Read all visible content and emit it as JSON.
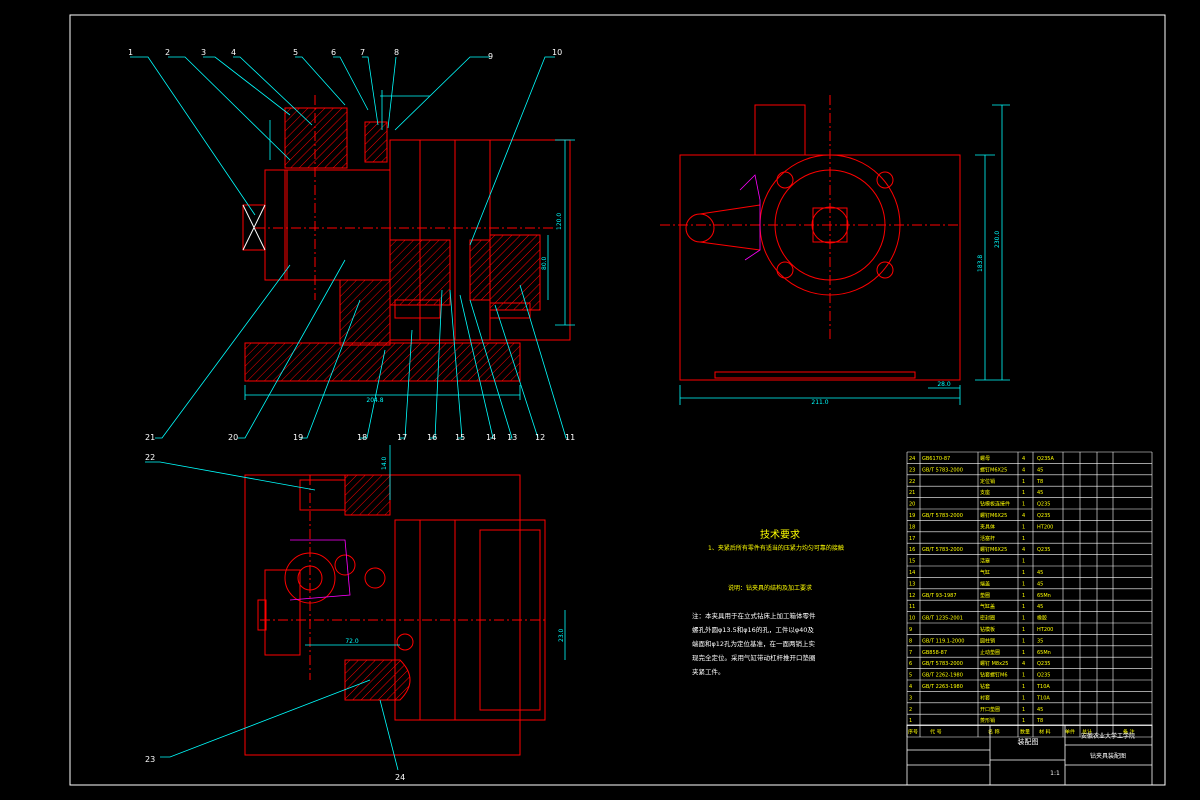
{
  "colors": {
    "background": "#000000",
    "frame": "#ffffff",
    "part": "#ff0000",
    "leader": "#00ffff",
    "dimension": "#00ffff",
    "hatch": "#ff0000",
    "magenta": "#ff00ff",
    "text_yellow": "#ffff00",
    "text_white": "#ffffff"
  },
  "callouts_top": [
    "1",
    "2",
    "3",
    "4",
    "5",
    "6",
    "7",
    "8",
    "9",
    "10"
  ],
  "callouts_bottom": [
    "21",
    "20",
    "19",
    "18",
    "17",
    "16",
    "15",
    "14",
    "13",
    "12",
    "11"
  ],
  "callouts_plan": [
    "22",
    "23",
    "24"
  ],
  "dims": {
    "side_width": "204.8",
    "side_height": "120.0",
    "side_h2": "80.0",
    "plan_height": "183.8",
    "plan_h2": "230.0",
    "plan_width": "211.0",
    "plan_offset": "28.0",
    "bottom_h": "14.0",
    "bottom_w": "72.0",
    "bottom_v": "23.0"
  },
  "notes": {
    "tech_title": "技术要求",
    "tech_item": "1、夹紧后所有零件有适当的压紧力均匀可靠的接触",
    "tech_sub": "说明：钻夹具的结构及加工要求",
    "note_body_1": "注：本夹具用于在立式钻床上加工箱体零件",
    "note_body_2": "螺孔外圆φ13.5和φ16的孔，工件以φ40及",
    "note_body_3": "端面和φ12孔为定位基准，在一面两销上实",
    "note_body_4": "现完全定位。采用气缸带动杠杆推开口垫圈",
    "note_body_5": "夹紧工件。"
  },
  "bom": {
    "rows": [
      {
        "no": "24",
        "code": "GB6170-87",
        "name": "螺母",
        "qty": "4",
        "mat": "Q235A"
      },
      {
        "no": "23",
        "code": "GB/T 5783-2000",
        "name": "螺钉M6X25",
        "qty": "4",
        "mat": "45"
      },
      {
        "no": "22",
        "code": "",
        "name": "定位销",
        "qty": "1",
        "mat": "T8"
      },
      {
        "no": "21",
        "code": "",
        "name": "支座",
        "qty": "1",
        "mat": "45"
      },
      {
        "no": "20",
        "code": "",
        "name": "钻模板连接件",
        "qty": "1",
        "mat": "Q235"
      },
      {
        "no": "19",
        "code": "GB/T 5783-2000",
        "name": "螺钉M6X25",
        "qty": "4",
        "mat": "Q235"
      },
      {
        "no": "18",
        "code": "",
        "name": "夹具体",
        "qty": "1",
        "mat": "HT200"
      },
      {
        "no": "17",
        "code": "",
        "name": "活塞杆",
        "qty": "1",
        "mat": ""
      },
      {
        "no": "16",
        "code": "GB/T 5783-2000",
        "name": "螺钉M6X25",
        "qty": "4",
        "mat": "Q235"
      },
      {
        "no": "15",
        "code": "",
        "name": "活塞",
        "qty": "1",
        "mat": ""
      },
      {
        "no": "14",
        "code": "",
        "name": "气缸",
        "qty": "1",
        "mat": "45"
      },
      {
        "no": "13",
        "code": "",
        "name": "端盖",
        "qty": "1",
        "mat": "45"
      },
      {
        "no": "12",
        "code": "GB/T 93-1987",
        "name": "垫圈",
        "qty": "1",
        "mat": "65Mn"
      },
      {
        "no": "11",
        "code": "",
        "name": "气缸盖",
        "qty": "1",
        "mat": "45"
      },
      {
        "no": "10",
        "code": "GB/T 1235-2001",
        "name": "密封圈",
        "qty": "1",
        "mat": "橡胶"
      },
      {
        "no": "9",
        "code": "",
        "name": "钻模板",
        "qty": "1",
        "mat": "HT200"
      },
      {
        "no": "8",
        "code": "GB/T 119.1-2000",
        "name": "圆柱销",
        "qty": "1",
        "mat": "35"
      },
      {
        "no": "7",
        "code": "GB858-87",
        "name": "止动垫圈",
        "qty": "1",
        "mat": "65Mn"
      },
      {
        "no": "6",
        "code": "GB/T 5783-2000",
        "name": "螺钉 M8x25",
        "qty": "4",
        "mat": "Q235"
      },
      {
        "no": "5",
        "code": "GB/T 2262-1980",
        "name": "钻套螺钉M6",
        "qty": "1",
        "mat": "Q235"
      },
      {
        "no": "4",
        "code": "GB/T 2263-1980",
        "name": "钻套",
        "qty": "1",
        "mat": "T10A"
      },
      {
        "no": "3",
        "code": "",
        "name": "衬套",
        "qty": "1",
        "mat": "T10A"
      },
      {
        "no": "2",
        "code": "",
        "name": "开口垫圈",
        "qty": "1",
        "mat": "45"
      },
      {
        "no": "1",
        "code": "",
        "name": "菱形销",
        "qty": "1",
        "mat": "T8"
      }
    ],
    "header": {
      "no": "序号",
      "code": "代 号",
      "name": "名 称",
      "qty": "数量",
      "mat": "材 料",
      "single": "单件",
      "total": "总计",
      "weight": "重 量",
      "remark": "备 注"
    },
    "title_block": {
      "drawing_name": "装配图",
      "school": "安徽农业大学工学院",
      "fixture_name": "钻夹具装配图",
      "scale": "1:1"
    }
  }
}
